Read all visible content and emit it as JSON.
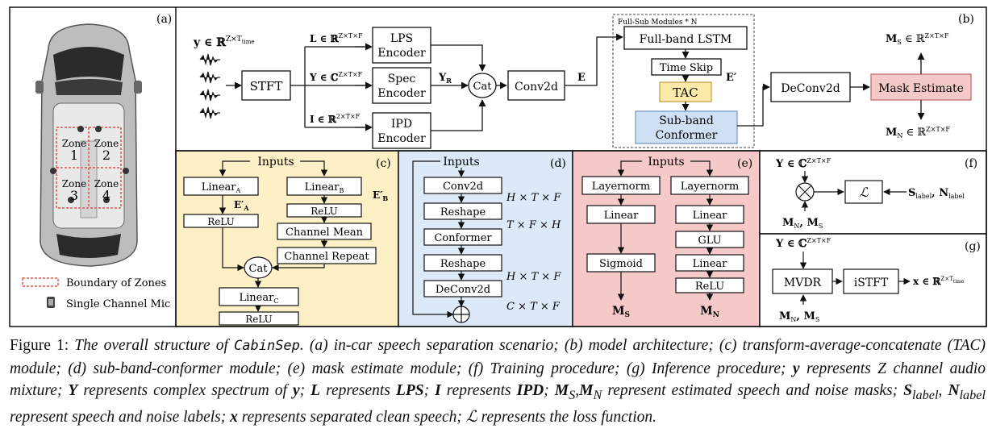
{
  "panels": {
    "a": "(a)",
    "b": "(b)",
    "c": "(c)",
    "d": "(d)",
    "e": "(e)",
    "f": "(f)",
    "g": "(g)"
  },
  "a": {
    "zones": [
      "Zone",
      "1",
      "Zone",
      "2",
      "Zone",
      "3",
      "Zone",
      "4"
    ],
    "legend_boundary": "Boundary of Zones",
    "legend_mic": "Single Channel Mic"
  },
  "b": {
    "input": "y ∈ ℝ",
    "input_sup": "Z×T",
    "input_sub": "time",
    "stft": "STFT",
    "l_in": "L ∈ ℝ",
    "l_sup": "Z×T×F",
    "y_in": "Y ∈ ℂ",
    "y_sup": "Z×T×F",
    "i_in": "I ∈ ℝ",
    "i_sup": "2×T×F",
    "lps1": "LPS",
    "lps2": "Encoder",
    "spec1": "Spec",
    "spec2": "Encoder",
    "ipd1": "IPD",
    "ipd2": "Encoder",
    "yr": "Y",
    "yr_sub": "R",
    "cat": "Cat",
    "conv2d": "Conv2d",
    "e": "E",
    "full_sub": "Full-Sub Modules * N",
    "fb_lstm": "Full-band LSTM",
    "time_skip": "Time Skip",
    "tac": "TAC",
    "e_prime": "E′",
    "sub1": "Sub-band",
    "sub2": "Conformer",
    "deconv": "DeConv2d",
    "mask": "Mask Estimate",
    "ms": "M",
    "ms_sub": "S",
    "ms_in": " ∈ ℝ",
    "ms_sup": "Z×T×F",
    "mn": "M",
    "mn_sub": "N",
    "mn_in": " ∈ ℝ",
    "mn_sup": "Z×T×F"
  },
  "c": {
    "inputs": "Inputs",
    "lin_a": "Linear",
    "lin_a_sub": "A",
    "lin_b": "Linear",
    "lin_b_sub": "B",
    "ea": "E′",
    "ea_sub": "A",
    "eb": "E′",
    "eb_sub": "B",
    "relu_a": "ReLU",
    "relu_b": "ReLU",
    "mean": "Channel Mean",
    "repeat": "Channel Repeat",
    "cat": "Cat",
    "lin_c": "Linear",
    "lin_c_sub": "C",
    "relu_c": "ReLU"
  },
  "d": {
    "inputs": "Inputs",
    "b1": "Conv2d",
    "b2": "Reshape",
    "b3": "Conformer",
    "b4": "Reshape",
    "b5": "DeConv2d",
    "s1": "H × T × F",
    "s2": "T × F × H",
    "s3": "H × T × F",
    "s4": "C × T × F"
  },
  "e": {
    "inputs": "Inputs",
    "ln1": "Layernorm",
    "ln2": "Layernorm",
    "lin1": "Linear",
    "sig": "Sigmoid",
    "lin2": "Linear",
    "glu": "GLU",
    "lin3": "Linear",
    "relu": "ReLU",
    "ms": "M",
    "ms_sub": "S",
    "mn": "M",
    "mn_sub": "N"
  },
  "f": {
    "y": "Y ∈ ℂ",
    "y_sup": "Z×T×F",
    "loss": "ℒ",
    "labels": "S",
    "labels_sub": "label",
    "labels_mid": ", N",
    "labels_sub2": "label",
    "m": "M",
    "m_sub": "N",
    "m_mid": ", M",
    "m_sub2": "S"
  },
  "g": {
    "y": "Y ∈ ℂ",
    "y_sup": "Z×T×F",
    "mvdr": "MVDR",
    "istft": "iSTFT",
    "x": "x ∈ ℝ",
    "x_sup": "Z×T",
    "x_sub": "time",
    "m": "M",
    "m_sub": "N",
    "m_mid": ", M",
    "m_sub2": "S"
  },
  "caption": {
    "label": "Figure 1: ",
    "p1": "The overall structure of ",
    "name": "CabinSep",
    "p2": ". (a) in-car speech separation scenario; (b) model architecture; (c) transform-average-concatenate (TAC) module; (d) sub-band-conformer module; (e) mask estimate module; (f) Training procedure; (g) Inference procedure; ",
    "y": "y",
    "p3": " represents Z channel audio mixture; ",
    "Y": "Y",
    "p4": " represents complex spectrum of ",
    "y2": "y",
    "p5": "; ",
    "L": "L",
    "p6": " represents ",
    "LPS": "LPS",
    "p7": "; ",
    "I": "I",
    "p8": " represents ",
    "IPD": "IPD",
    "p9": "; ",
    "M": "M",
    "M_s": "S",
    "p10": ",",
    "M2": "M",
    "M_n": "N",
    "p11": " represent estimated speech and noise masks; ",
    "S": "S",
    "S_l": "label",
    "p12": ", ",
    "N": "N",
    "N_l": "label",
    "p13": " represent speech and noise labels; ",
    "x": "x",
    "p14": " represents separated clean speech; ",
    "Lf": "ℒ",
    "p15": " represents the loss function."
  }
}
